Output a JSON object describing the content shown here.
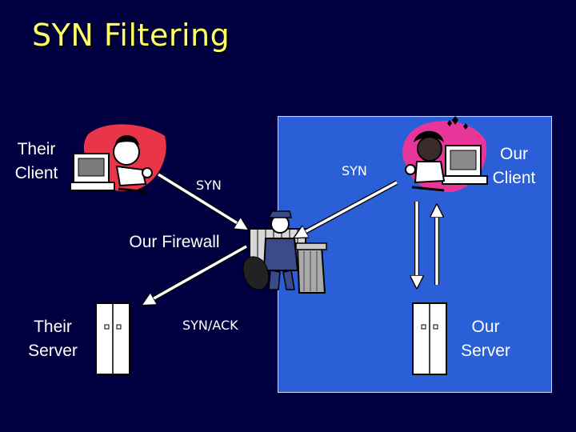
{
  "title": "SYN Filtering",
  "labels": {
    "their_client": "Their\nClient",
    "our_client": "Our\nClient",
    "their_server": "Their\nServer",
    "our_server": "Our\nServer",
    "firewall": "Our Firewall",
    "syn_left": "SYN",
    "syn_right": "SYN",
    "synack": "SYN/ACK"
  },
  "colors": {
    "background": "#000040",
    "inner_zone": "#2b5fd8",
    "title": "#ffff66",
    "text": "#ffffff"
  },
  "icons": [
    "their-client-icon",
    "our-client-icon",
    "their-server-icon",
    "our-server-icon",
    "firewall-janitor-icon"
  ]
}
